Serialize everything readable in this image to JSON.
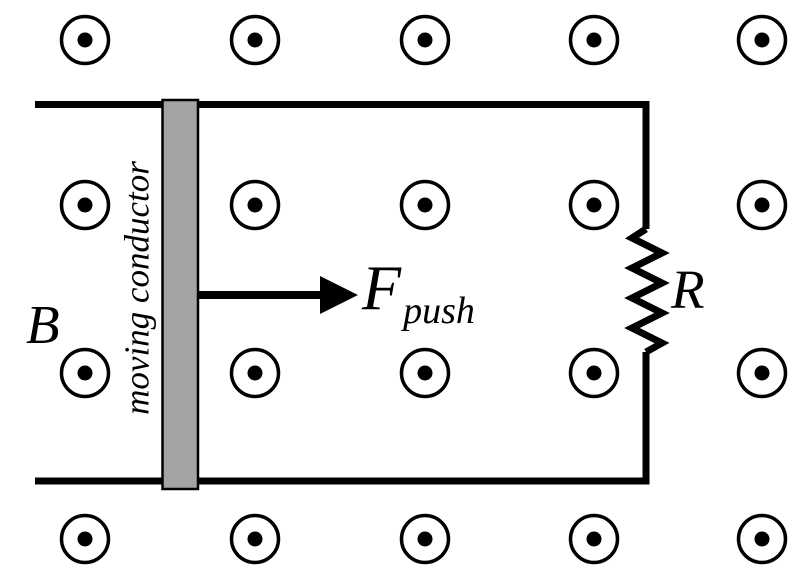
{
  "figure": {
    "background": "#ffffff",
    "stroke_color": "#000000",
    "conductor_fill": "#a3a3a3"
  },
  "labels": {
    "field": "B",
    "conductor": "moving conductor",
    "force_symbol": "F",
    "force_subscript": "push",
    "resistor": "R"
  },
  "field_symbols": {
    "meaning": "magnetic-field-out-of-page",
    "glyph": "circle-with-center-dot",
    "rows": 4,
    "columns": 5,
    "count": 20
  }
}
